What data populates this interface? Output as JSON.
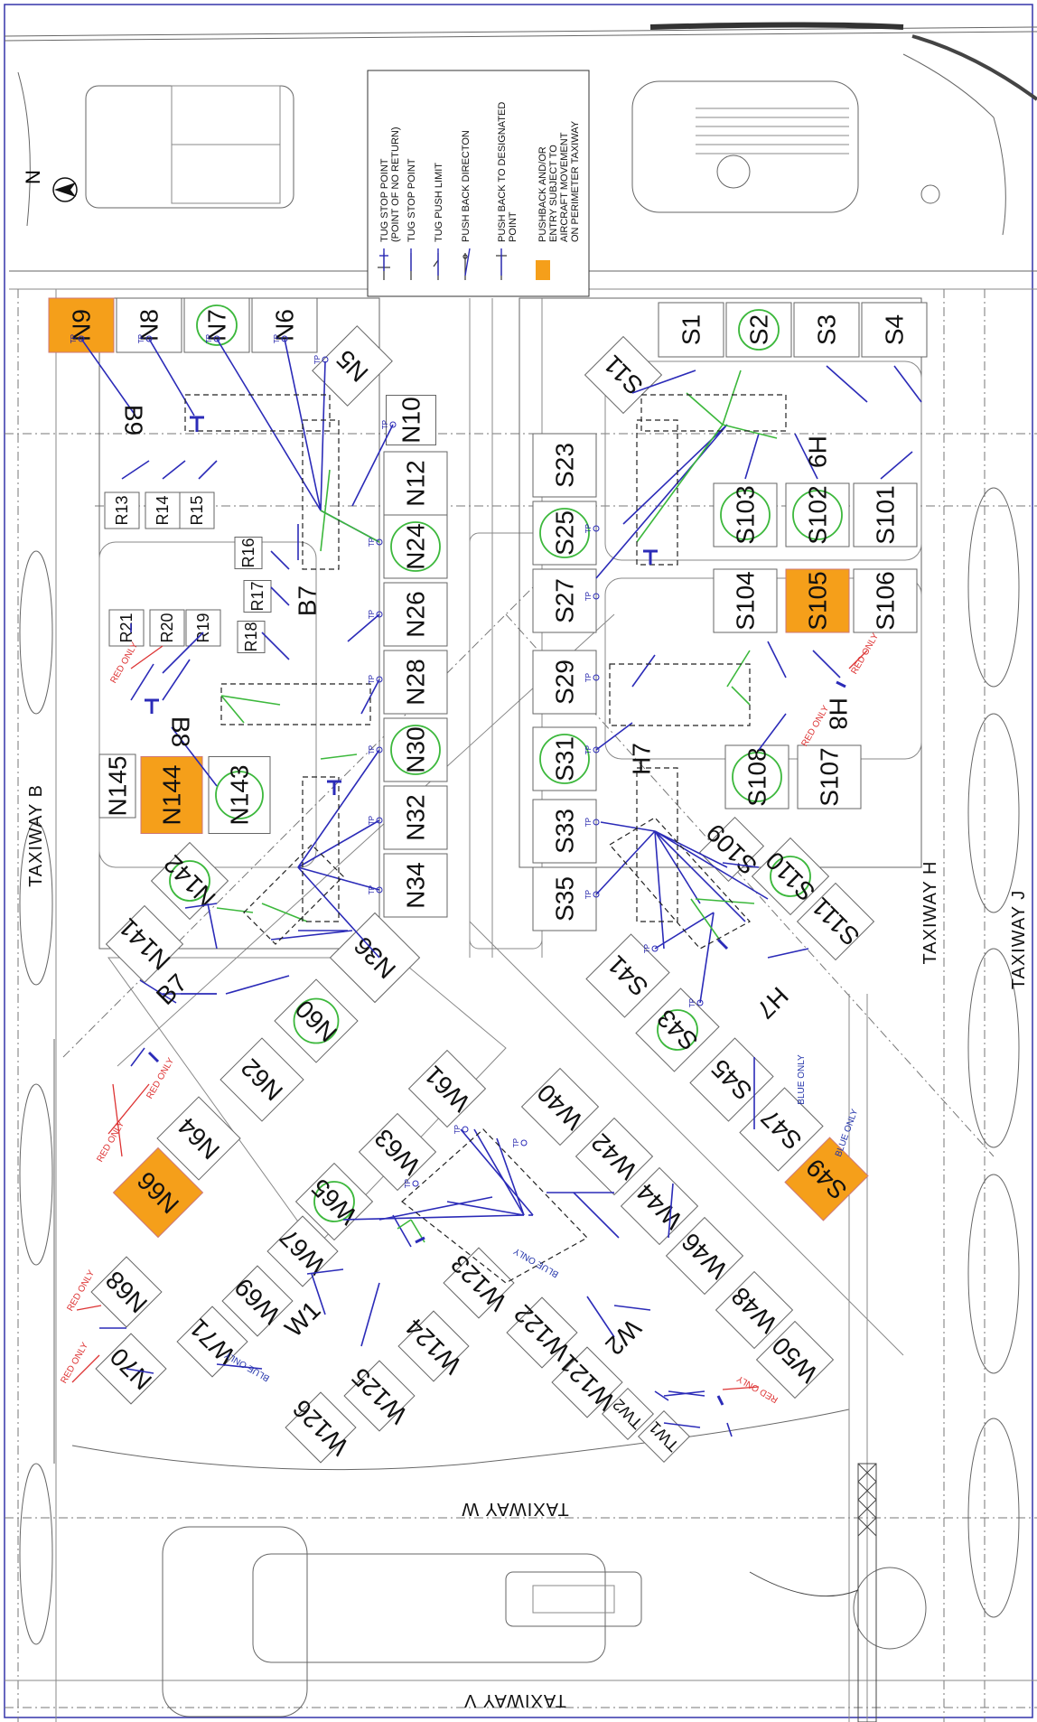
{
  "north_label": "N",
  "legend": {
    "items": [
      {
        "symbol": "tug-stop-ponr",
        "text": [
          "TUG  STOP  POINT",
          "(POINT  OF  NO  RETURN)"
        ]
      },
      {
        "symbol": "tug-stop",
        "text": [
          "TUG  STOP  POINT"
        ]
      },
      {
        "symbol": "tug-push-limit",
        "text": [
          "TUG  PUSH  LIMIT"
        ]
      },
      {
        "symbol": "push-back-direction",
        "text": [
          "PUSH  BACK  DIRECTON"
        ]
      },
      {
        "symbol": "push-back-designated",
        "text": [
          "PUSH  BACK  TO  DESIGNATED",
          "POINT"
        ]
      },
      {
        "symbol": "orange-square",
        "text": [
          "PUSHBACK  AND/OR",
          "ENTRY  SUBJECT  TO",
          "AIRCRAFT  MOVEMENT",
          "ON  PERIMETER  TAXIWAY"
        ]
      }
    ]
  },
  "taxiways": {
    "b": "TAXIWAY  B",
    "h": "TAXIWAY  H",
    "j": "TAXIWAY  J",
    "w": "TAXIWAY  W",
    "v": "TAXIWAY  V"
  },
  "lanes": {
    "b9": "B9",
    "b7_top": "B7",
    "b8": "B8",
    "b7_bottom": "B7",
    "h9": "H9",
    "h8": "H8",
    "h7_top": "H7",
    "h7_bottom": "H7",
    "w1": "W1",
    "w2": "W2"
  },
  "stands": {
    "north_row": [
      "N9",
      "N8",
      "N7",
      "N6",
      "N5",
      "N10",
      "N12",
      "N24",
      "N26",
      "N28",
      "N30",
      "N32",
      "N34",
      "N36"
    ],
    "south_row": [
      "S1",
      "S2",
      "S3",
      "S4",
      "S11",
      "S23",
      "S25",
      "S27",
      "S29",
      "S31",
      "S33",
      "S35",
      "S41",
      "S43",
      "S45",
      "S47",
      "S49"
    ],
    "h_group": [
      "S103",
      "S102",
      "S101",
      "S104",
      "S105",
      "S106",
      "S108",
      "S107",
      "S109",
      "S110",
      "S111"
    ],
    "remote": [
      "R13",
      "R14",
      "R15",
      "R16",
      "R17",
      "R18",
      "R19",
      "R20",
      "R21"
    ],
    "n_group": [
      "N145",
      "N144",
      "N143",
      "N142",
      "N141",
      "N60",
      "N62",
      "N64",
      "N66",
      "N68",
      "N70"
    ],
    "w_group": [
      "W61",
      "W63",
      "W65",
      "W67",
      "W69",
      "W71",
      "W40",
      "W42",
      "W44",
      "W46",
      "W48",
      "W50",
      "W123",
      "W124",
      "W122",
      "W121",
      "W125",
      "W126",
      "TW2",
      "TW1"
    ]
  },
  "notes": {
    "red_only": "RED ONLY",
    "blue_only": "BLUE ONLY",
    "tp": "TP"
  },
  "colors": {
    "orange_stand": "#f59f1a",
    "tow_path": "#2b2bb8",
    "green_path": "#3cb83c",
    "red_note": "#d33333"
  }
}
